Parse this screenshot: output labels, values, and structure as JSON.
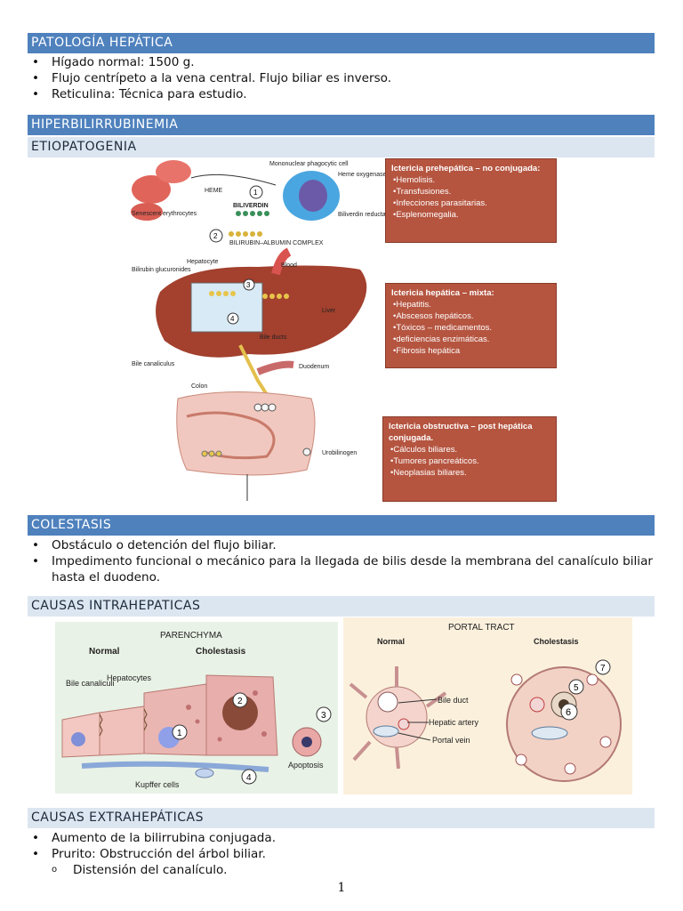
{
  "s1": {
    "title": "PATOLOGÍA HEPÁTICA",
    "bullets": [
      "Hígado normal: 1500 g.",
      "Flujo centrípeto a la vena central. Flujo biliar es inverso.",
      "Reticulina: Técnica para estudio."
    ]
  },
  "s2": {
    "title": "HIPERBILIRRUBINEMIA",
    "subtitle": "ETIOPATOGENIA"
  },
  "fig1": {
    "labels": {
      "mono": "Mononuclear phagocytic cell",
      "heme": "HEME",
      "heme_ox": "Heme oxygenase",
      "biliverdin": "BILIVERDIN",
      "biliverdin_red": "Biliverdin reductase",
      "senescent": "Senescent erythrocytes",
      "bili_alb": "BILIRUBIN–ALBUMIN COMPLEX",
      "blood": "Blood",
      "hepatocyte": "Hepatocyte",
      "glucuronides": "Bilirubin glucuronides",
      "liver": "Liver",
      "bile_ducts": "Bile ducts",
      "canaliculus": "Bile canaliculus",
      "duodenum": "Duodenum",
      "colon": "Colon",
      "urobilinogen": "Urobilinogen",
      "n1": "1",
      "n2": "2",
      "n3": "3",
      "n4": "4"
    },
    "box1": {
      "title": "Ictericia prehepática – no conjugada:",
      "items": [
        "Hemolisis.",
        "Transfusiones.",
        "Infecciones parasitarias.",
        "Esplenomegalia."
      ]
    },
    "box2": {
      "title": "Ictericia hepática – mixta:",
      "items": [
        "Hepatitis.",
        "Abscesos hepáticos.",
        "Tóxicos – medicamentos.",
        "deficiencias enzimáticas.",
        "Fibrosis hepática"
      ]
    },
    "box3": {
      "title": "Ictericia obstructiva – post hepática conjugada.",
      "items": [
        "Cálculos biliares.",
        "Tumores pancreáticos.",
        "Neoplasias biliares."
      ]
    }
  },
  "s3": {
    "title": "COLESTASIS",
    "bullets": [
      "Obstáculo o detención del flujo biliar.",
      "Impedimento funcional o mecánico para la llegada de bilis desde la membrana del canalículo biliar hasta el duodeno."
    ]
  },
  "s4": {
    "title": "CAUSAS INTRAHEPATICAS"
  },
  "fig2": {
    "parenchyma": "PARENCHYMA",
    "normal": "Normal",
    "cholestasis": "Cholestasis",
    "hepatocytes": "Hepatocytes",
    "bile_canaliculi": "Bile canaliculi",
    "kupffer": "Kupffer cells",
    "apoptosis": "Apoptosis",
    "n1": "1",
    "n2": "2",
    "n3": "3",
    "n4": "4"
  },
  "fig3": {
    "portal_tract": "PORTAL TRACT",
    "normal": "Normal",
    "cholestasis": "Cholestasis",
    "bile_duct": "Bile duct",
    "hepatic_artery": "Hepatic artery",
    "portal_vein": "Portal vein",
    "n5": "5",
    "n6": "6",
    "n7": "7"
  },
  "s5": {
    "title": "CAUSAS EXTRAHEPÁTICAS",
    "bullets": [
      "Aumento de la bilirrubina conjugada.",
      "Prurito: Obstrucción del árbol biliar."
    ],
    "sub_bullets": [
      "Distensión del canalículo."
    ]
  },
  "page_number": "1"
}
